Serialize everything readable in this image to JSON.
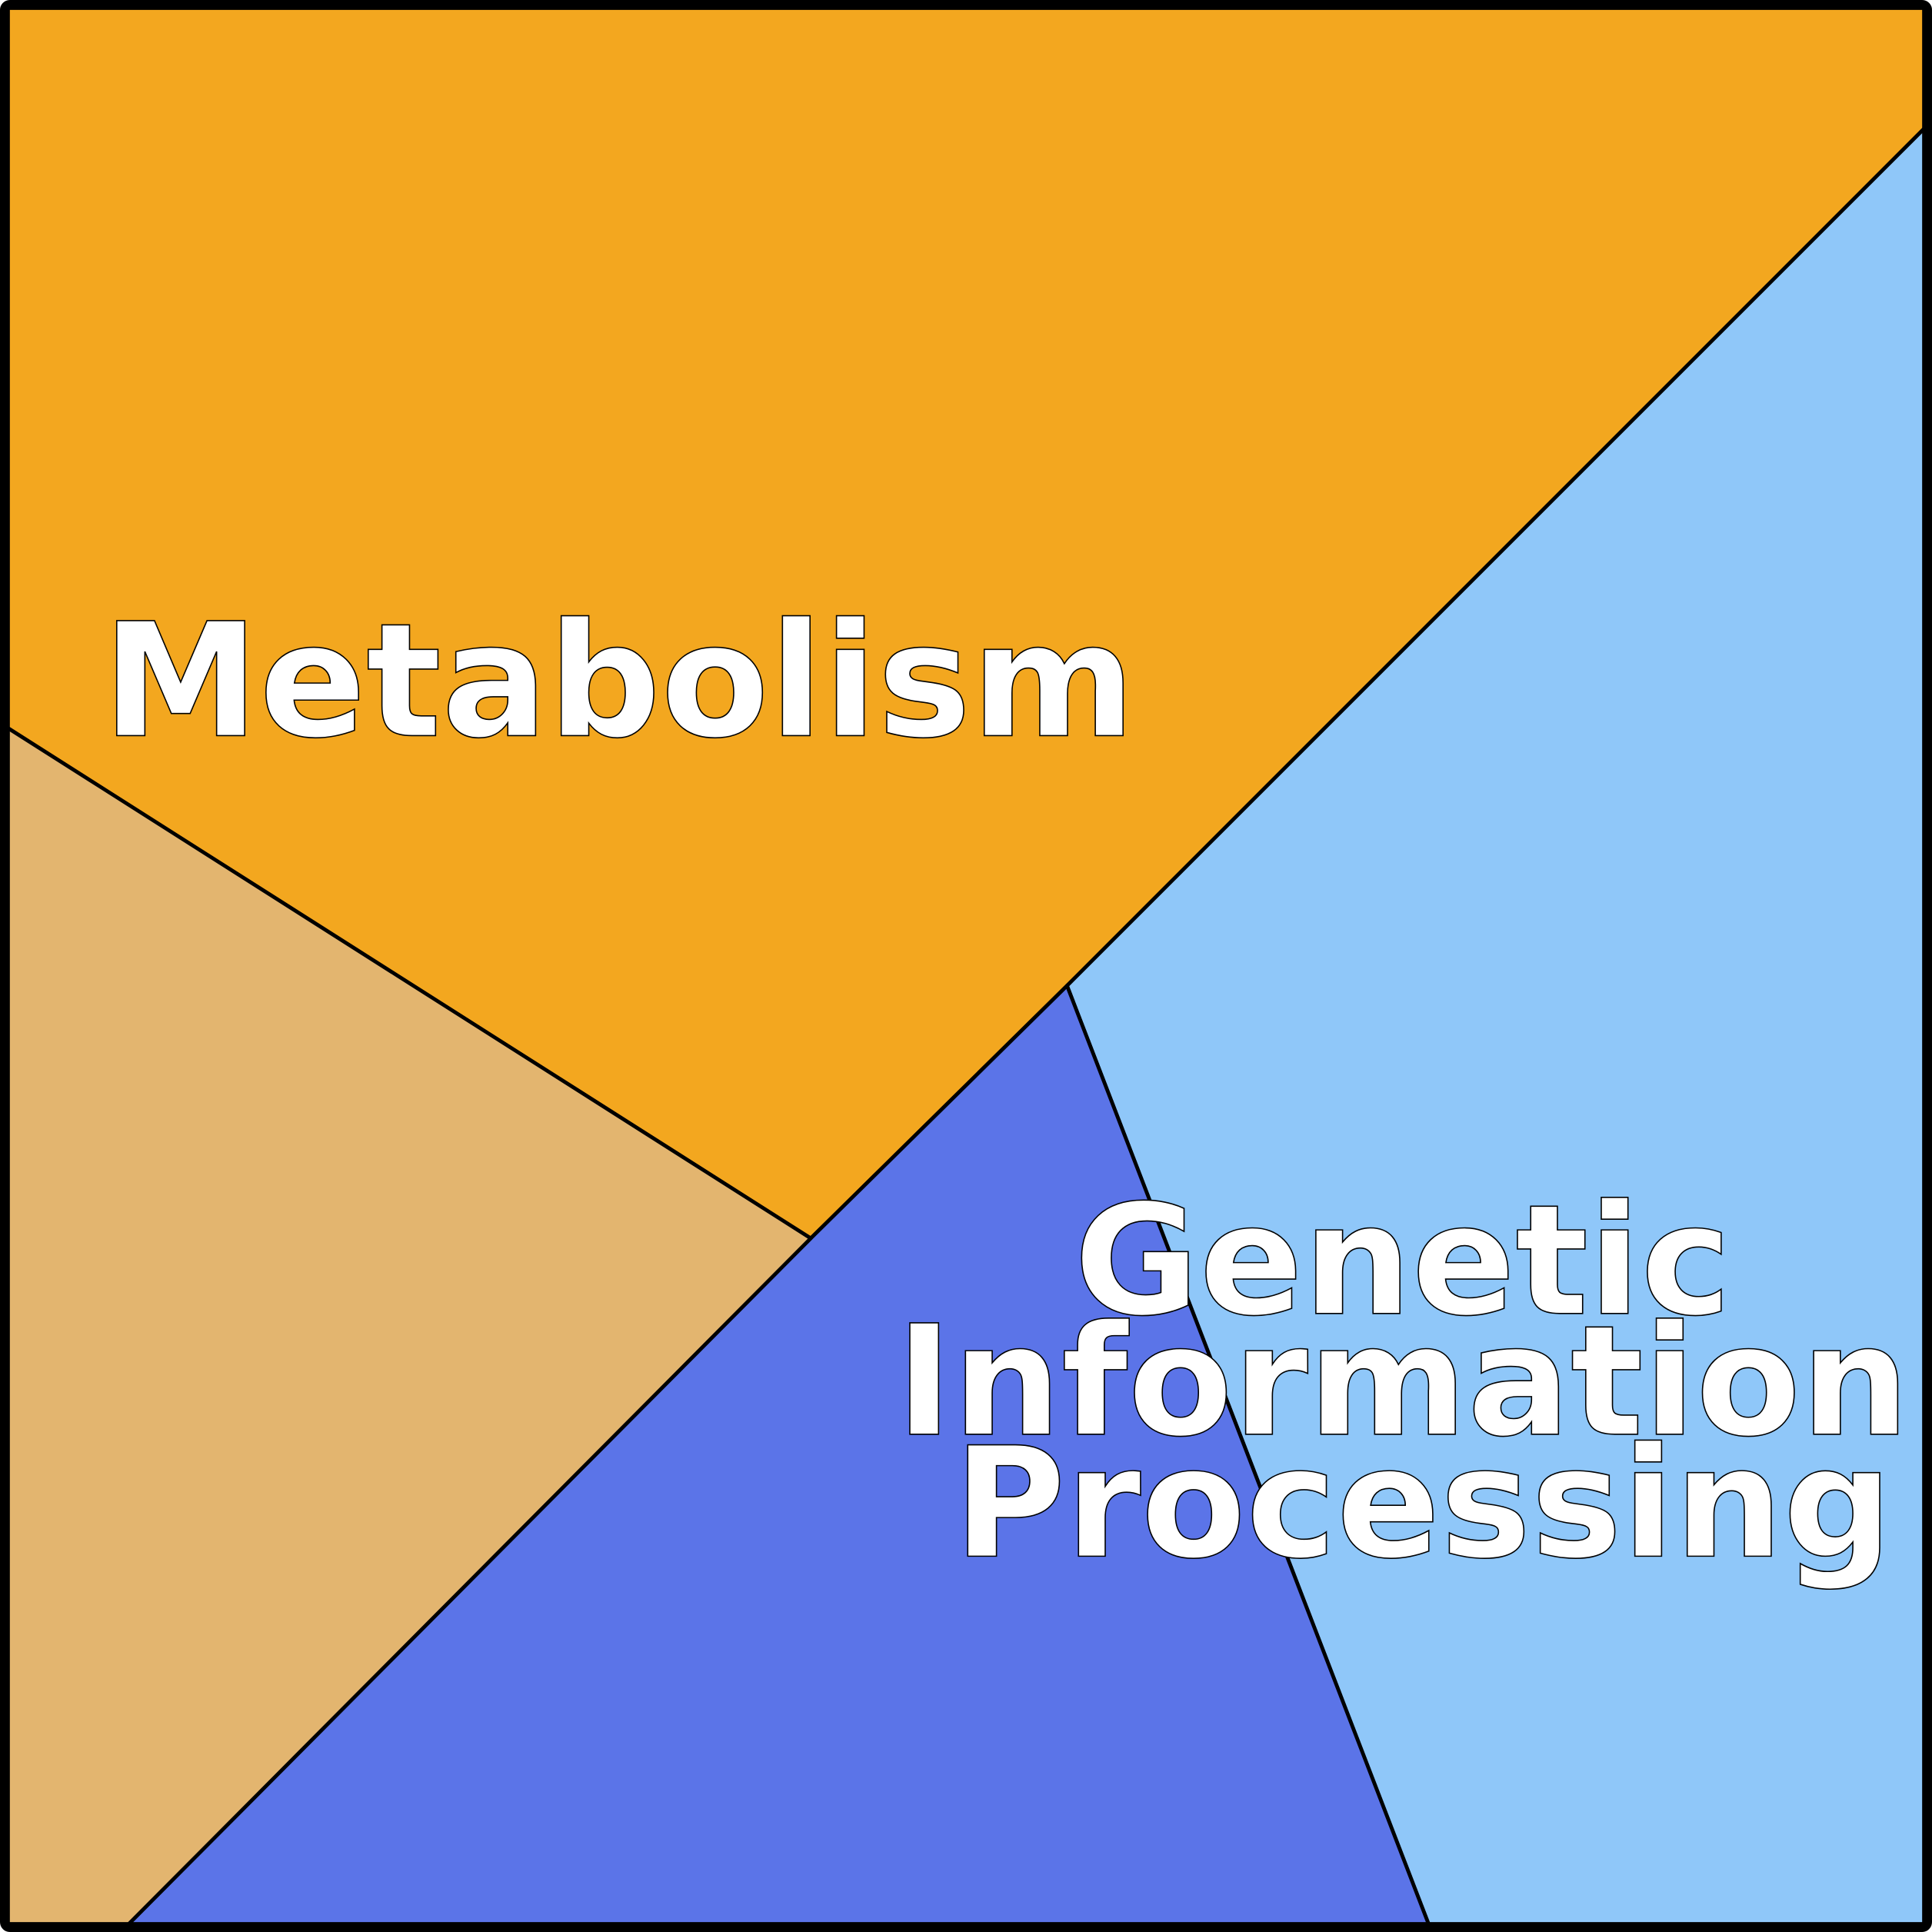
{
  "diagram": {
    "type": "voronoi-treemap",
    "cells": [
      {
        "id": "metabolism",
        "label": "Metabolism",
        "color": "#F3A71F"
      },
      {
        "id": "genetic-information-processing",
        "label_lines": [
          "Genetic",
          "Information",
          "Processing"
        ],
        "color": "#8FC7F9"
      },
      {
        "id": "unlabeled-blue",
        "color": "#5B74E8"
      },
      {
        "id": "unlabeled-tan",
        "color": "#E3B56F"
      }
    ]
  }
}
